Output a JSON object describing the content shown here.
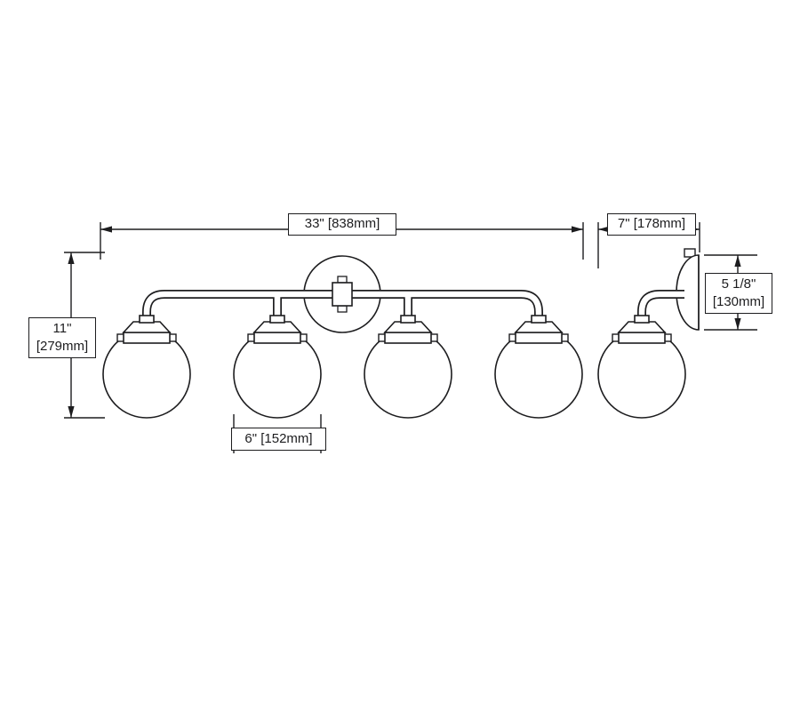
{
  "page": {
    "background": "#ffffff"
  },
  "diagram": {
    "type": "technical-dimension-drawing",
    "subject": "4-light globe vanity fixture, front view and side view",
    "line_color": "#1d1d1f",
    "dimensions": {
      "overall_width": {
        "label": "33\" [838mm]"
      },
      "projection": {
        "label": "7\" [178mm]"
      },
      "overall_height": {
        "label_line1": "11\"",
        "label_line2": "[279mm]"
      },
      "backplate_height": {
        "label_line1": "5 1/8\"",
        "label_line2": "[130mm]"
      },
      "shade_diameter": {
        "label": "6\" [152mm]"
      }
    }
  }
}
